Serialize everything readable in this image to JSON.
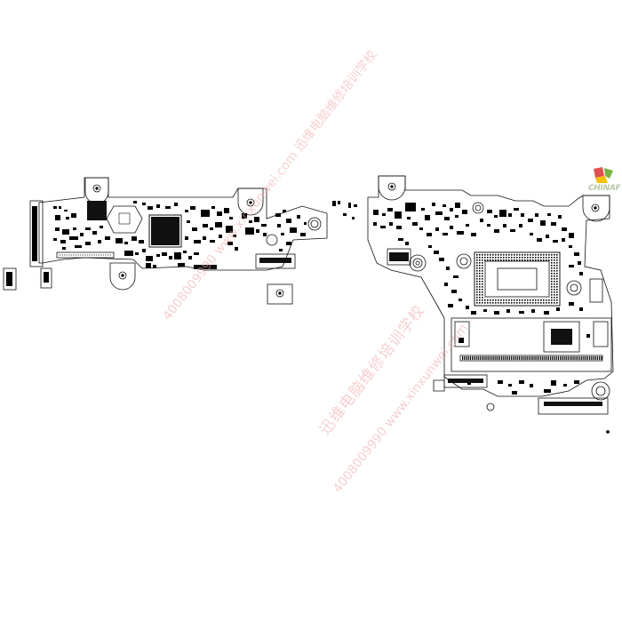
{
  "watermark": {
    "line1": "4008009990 www.xinxunwei.com 迅维电脑维修培训学校",
    "line2": "迅维电脑维修培训学校",
    "line3": "4008009990 www.xinxunwei.com"
  },
  "logo": {
    "text": "CHINAF",
    "colors": {
      "red": "#e05050",
      "green": "#7cb342",
      "yellow": "#f2c200",
      "gray": "#b9c7a8"
    }
  },
  "colors": {
    "line": "#111111",
    "component": "#000000",
    "watermark": "#f0a8a8"
  }
}
